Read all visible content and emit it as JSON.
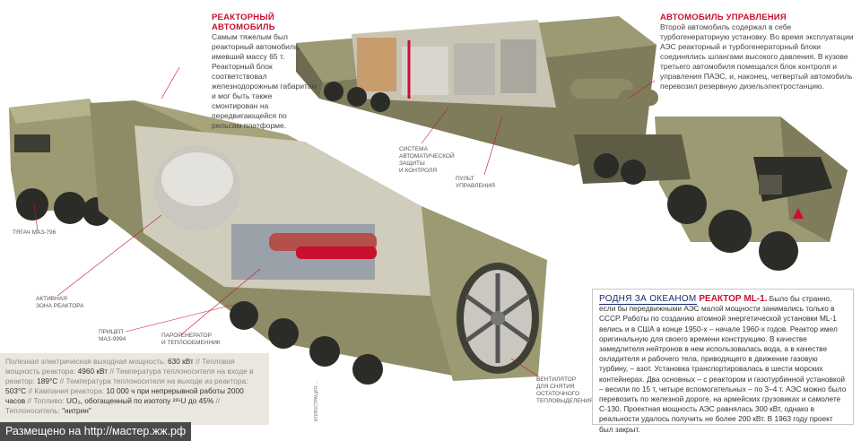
{
  "reactor_car": {
    "title": "Реакторный автомобиль",
    "text": "Самым тяжелым был реакторный автомобиль, имевший массу 65 т. Реакторный блок соответствовал железнодорожным габаритам и мог быть также смонтирован на передвигающейся по рельсам платформе."
  },
  "control_car": {
    "title": "Автомобиль управления",
    "text": "Второй автомобиль содержал в себе турбогенераторную установку. Во время эксплуатации АЭС реакторный и турбогенераторный блоки соединялись шлангами высокого давления. В кузове третьего автомобиля помещался блок контроля и управления ПАЭС, и, наконец, четвертый автомобиль перевозил резервную дизельэлектростанцию."
  },
  "labels": {
    "protection_1": "Система",
    "protection_2": "автоматической",
    "protection_3": "защиты",
    "protection_4": "и контроля",
    "panel_1": "Пульт",
    "panel_2": "управления",
    "tractor": "Тягач МАЗ-796",
    "zone_1": "Активная",
    "zone_2": "зона реактора",
    "trailer_1": "Прицеп",
    "trailer_2": "МАЗ-9994",
    "steam_1": "Парогенератор",
    "steam_2": "и теплообменник",
    "fan_1": "Вентилятор",
    "fan_2": "для снятия",
    "fan_3": "остаточного",
    "fan_4": "тепловыделения"
  },
  "ml1": {
    "head_a": "Родня за океаном",
    "head_b": "Реактор ML-1.",
    "text": "Было бы странно, если бы передвижными АЭС малой мощности занимались только в СССР. Работы по созданию атомной энергетической установки ML-1 велись и в США в конце 1950-х – начале 1960-х годов. Реактор имел оригинальную для своего времени конструкцию. В качестве замедлителя нейтронов в нем использовалась вода, а в качестве охладителя и рабочего тела, приводящего в движение газовую турбину, – азот. Установка транспортировалась в шести морских контейнерах. Два основных – с реактором и газотурбинной установкой – весили по 15 т, четыре вспомогательных – по 3–4 т. АЭС можно было перевозить по железной дороге, на армейских грузовиках и самолете С-130. Проектная мощность АЭС равнялась 300 кВт, однако в реальности удалось получить не более 200 кВт. В 1963 году проект был закрыт."
  },
  "specs": {
    "k1": "Полезная электрическая выходная мощность:",
    "v1": "630 кВт",
    "k2": "Тепловая мощность реактора:",
    "v2": "4960 кВт",
    "k3": "Температура теплоносителя на входе в реактор:",
    "v3": "189°С",
    "k4": "Температура теплоносителя на выходе из реактора:",
    "v4": "503°С",
    "k5": "Кампания реактора:",
    "v5": "10 000 ч при непрерывной работы 2000 часов",
    "k6": "Топливо:",
    "v6": "UO₂, обогащенный по изотопу ²³⁵U до 45%",
    "k7": "Теплоноситель:",
    "v7": "\"нитрин\"",
    "sep": " // "
  },
  "credit": "Размещено на http://мастер.жж.рф",
  "credit_small": "ИЛЛЮСТРАЦИЯ: ...",
  "colors": {
    "accent_red": "#c8102e",
    "accent_blue": "#1a2a6c",
    "olive": "#8c8a63"
  }
}
